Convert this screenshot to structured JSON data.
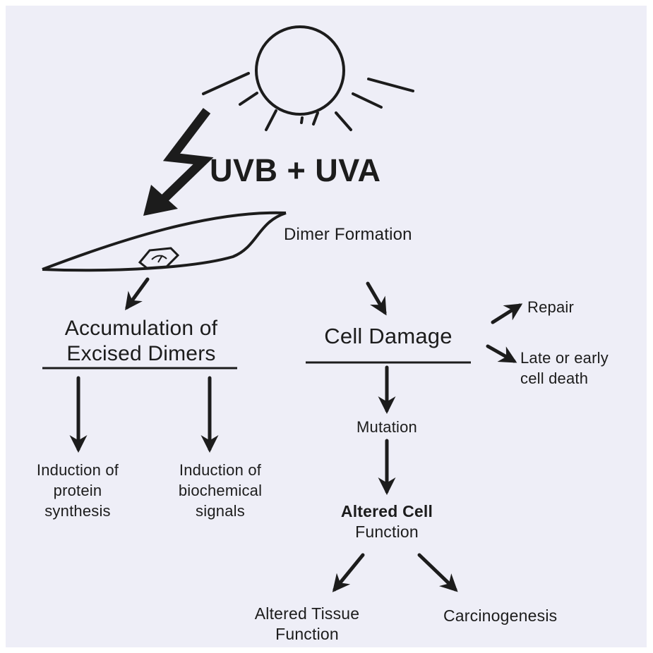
{
  "colors": {
    "ink": "#1c1c1c",
    "paper": "#eeeef7",
    "border": "#ffffff"
  },
  "icons": [
    "sun-icon",
    "lightning-bolt-arrow-icon",
    "cell-icon",
    "nucleus-icon"
  ],
  "diagram": {
    "source_label": "UVB + UVA",
    "dimer_formation": "Dimer Formation",
    "accumulation": {
      "line1": "Accumulation of",
      "line2": "Excised Dimers"
    },
    "cell_damage": "Cell Damage",
    "repair": "Repair",
    "cell_death": {
      "line1": "Late or early",
      "line2": "cell death"
    },
    "protein": {
      "line1": "Induction of",
      "line2": "protein",
      "line3": "synthesis"
    },
    "biochemical": {
      "line1": "Induction of",
      "line2": "biochemical",
      "line3": "signals"
    },
    "mutation": "Mutation",
    "altered_cell": {
      "line1": "Altered Cell",
      "line2": "Function"
    },
    "altered_tissue": {
      "line1": "Altered Tissue",
      "line2": "Function"
    },
    "carcinogenesis": "Carcinogenesis"
  }
}
